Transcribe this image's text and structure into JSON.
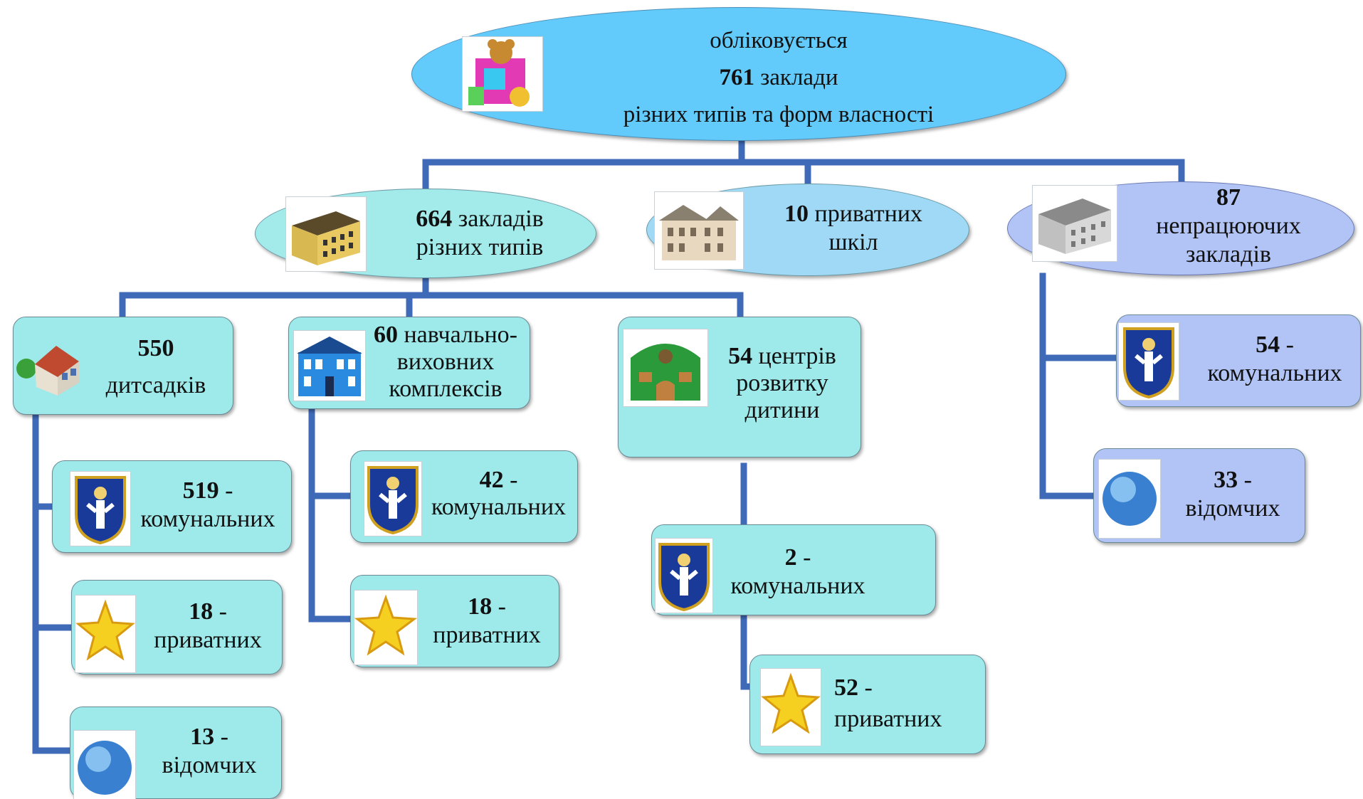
{
  "top": {
    "line1": "обліковується",
    "num": "761",
    "line2b": "заклади",
    "line3": "різних типів та форм власності"
  },
  "level1": {
    "diverse": {
      "num": "664",
      "l1": "закладів",
      "l2": "різних типів"
    },
    "private_schools": {
      "num": "10",
      "l1": "приватних",
      "l2": "шкіл"
    },
    "inactive": {
      "num": "87",
      "l1": "непрацюючих",
      "l2": "закладів"
    }
  },
  "level2": {
    "kindergartens": {
      "num": "550",
      "l1": "дитсадків"
    },
    "complexes": {
      "num": "60",
      "l1": "навчально-",
      "l2": "виховних",
      "l3": "комплексів"
    },
    "centers": {
      "num": "54",
      "l1": "центрів",
      "l2": "розвитку",
      "l3": "дитини"
    }
  },
  "leaves": {
    "k_comm": {
      "num": "519",
      "dash": " -",
      "label": "комунальних"
    },
    "k_priv": {
      "num": "18",
      "dash": " -",
      "label": "приватних"
    },
    "k_dept": {
      "num": "13",
      "dash": " -",
      "label": "відомчих"
    },
    "c_comm": {
      "num": "42",
      "dash": " -",
      "label": "комунальних"
    },
    "c_priv": {
      "num": "18",
      "dash": " -",
      "label": "приватних"
    },
    "ce_comm": {
      "num": "2",
      "dash": " -",
      "label": "комунальних"
    },
    "ce_priv": {
      "num": "52",
      "dash": " -",
      "label": "приватних"
    },
    "i_comm": {
      "num": "54",
      "dash": " -",
      "label": "комунальних"
    },
    "i_dept": {
      "num": "33",
      "dash": " -",
      "label": "відомчих"
    }
  },
  "colors": {
    "connector": "#3f6ab8",
    "top": "#63cbfb",
    "teal": "#a3eaea",
    "lavender": "#b2c4f5"
  }
}
